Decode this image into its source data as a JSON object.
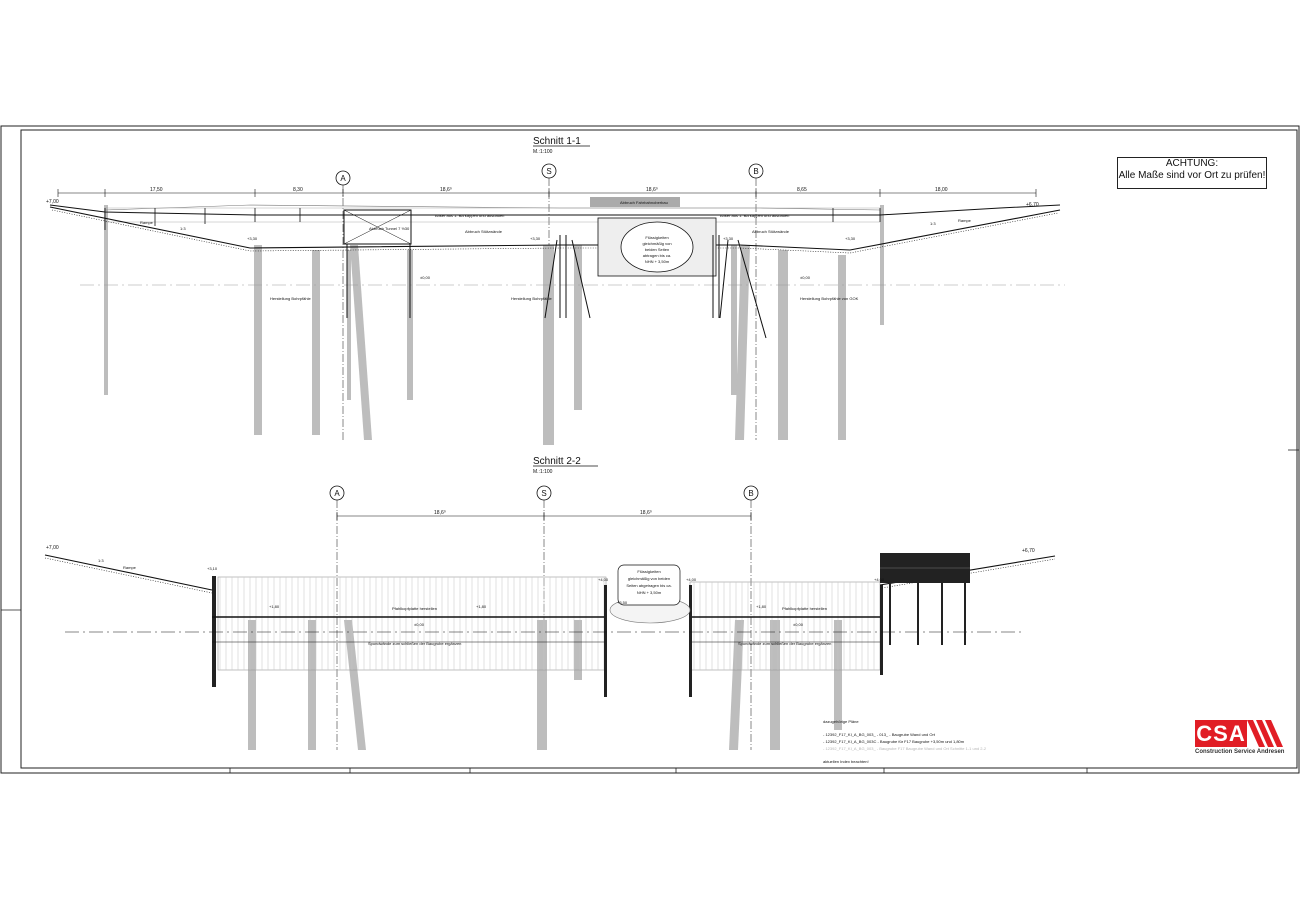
{
  "colors": {
    "line": "#111111",
    "gray": "#b5b5b5",
    "dark": "#222222",
    "brand": "#e11d25"
  },
  "notice": {
    "line1": "ACHTUNG:",
    "line2": "Alle Maße sind vor Ort zu prüfen!"
  },
  "section1": {
    "title": "Schnitt 1-1",
    "scale": "M.:1:100",
    "axes": [
      "A",
      "S",
      "B"
    ],
    "dims": [
      "17,50",
      "8,30",
      "18,6⁰",
      "18,6⁰",
      "8,65",
      "18,00"
    ],
    "left_level": "+7,00",
    "right_level": "+6,70",
    "level_325_left": "+3,30",
    "level_325_mid": "+3,30",
    "level_325_r1": "+3,30",
    "level_325_r2": "+3,30",
    "level_000_left": "±0,00",
    "level_000_right": "±0,00",
    "labels": {
      "fahrbahn": "Abbruch Fahrbahnoberbau",
      "anker_left": "Anker aus 1. BA kappen und ausbauen",
      "anker_right": "Anker aus 1. BA kappen und ausbauen",
      "stuetz_left": "Abbruch Stützwände",
      "stuetz_right": "Abbruch Stützwände",
      "bunker": "Abbruch Tunnel 7 ½30",
      "rampe_left": "Rampe",
      "rampe_right": "Rampe",
      "slope_left": "1:3",
      "slope_right": "1:3",
      "pfahl_left": "Herstellung Bohrpfähle",
      "pfahl_mid": "Herstellung Bohrpfähle",
      "pfahl_right": "Herstellung Bohrpfähle von GOK",
      "fluessig1": "Flüssigkeiten",
      "fluessig2": "gleichmäßig von",
      "fluessig3": "beiden Seiten",
      "fluessig4": "abtragen bis ca.",
      "fluessig5": "NHN + 3,50m"
    }
  },
  "section2": {
    "title": "Schnitt 2-2",
    "scale": "M.:1:100",
    "axes": [
      "A",
      "S",
      "B"
    ],
    "dims": [
      "18,6⁰",
      "18,6⁰"
    ],
    "left_level": "+7,00",
    "right_level": "+6,70",
    "levels": {
      "l310": "+3,10",
      "l400a": "+4,00",
      "l400b": "+4,00",
      "l400c": "+4,00",
      "l180a": "+1,80",
      "l180b": "+1,80",
      "l180c": "+1,80",
      "l350": "+3,50",
      "l000a": "±0,00",
      "l000b": "±0,00"
    },
    "labels": {
      "pfahl_left": "Pfahlkopfplatte herstellen",
      "pfahl_right": "Pfahlkopfplatte herstellen",
      "spund_left": "Spundwände zum schließen der Baugrube ergänzen",
      "spund_right": "Spundwände zum schließen der Baugrube ergänzen",
      "rampe": "Rampe",
      "slope": "1:3",
      "fl1": "Flüssigkeiten",
      "fl2": "gleichmäßig von beiden",
      "fl3": "Seiten abgetragen bis ca.",
      "fl4": "NHN + 3,50m"
    }
  },
  "related": {
    "heading": "dazugehörige Pläne",
    "items": [
      "- 12392_F17_KI_A_BG_003_ - 013_ - Baugrube Wand und Ort",
      "- 12392_F17_KI_A_BG_003C - Baugrube für F17 Baugrube +3,50m und 1,80m"
    ],
    "faded": "- 12392_F17_KI_A_BG_003_ - Baugrube F17 Baugrube Wand und Ort Schnitte 1-1 und 2-2",
    "footer": "aktuellen Index beachten!"
  },
  "logo": {
    "mark": "CSA",
    "sub": "Construction Service Andresen"
  }
}
